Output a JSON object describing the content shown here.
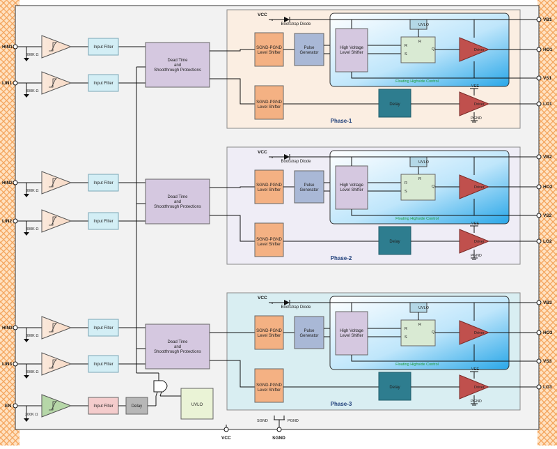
{
  "pins": {
    "hin1": "HIN1",
    "lin1": "LIN1",
    "hin2": "HIN2",
    "lin2": "LIN2",
    "hin3": "HIN3",
    "lin3": "LIN3",
    "en": "EN",
    "vb1": "VB1",
    "ho1": "HO1",
    "vs1": "VS1",
    "lo1": "LO1",
    "vb2": "VB2",
    "ho2": "HO2",
    "vs2": "VS2",
    "lo2": "LO2",
    "vb3": "VB3",
    "ho3": "HO3",
    "vs3": "VS3",
    "lo3": "LO3",
    "vcc": "VCC",
    "sgnd": "SGND",
    "sgnd_top": "SGND",
    "pgnd_top": "PGND"
  },
  "resistor": "300K Ω",
  "blocks": {
    "input_filter": "Input Filter",
    "deadtime_1": "Dead Time",
    "deadtime_2": "and",
    "deadtime_3": "Shootthrough Protections",
    "ls_hi_1": "SGND-PGND",
    "ls_hi_2": "Level Shifter",
    "pulse_1": "Pulse",
    "pulse_2": "Generator",
    "hvls_1": "High Voltage",
    "hvls_2": "Level Shifter",
    "uvlo": "UVLO",
    "latch_r": "R",
    "latch_s": "S",
    "latch_q": "Q",
    "driver": "Driver",
    "delay": "Delay",
    "floating": "Floating Highside Control",
    "bootstrap": "Bootstrap Diode",
    "vcc": "VCC",
    "vee": "VEE",
    "pgnd": "PGND",
    "uvlo_box": "UVLO"
  },
  "phases": [
    "Phase-1",
    "Phase-2",
    "Phase-3"
  ],
  "colors": {
    "phase1_bg": "#fbeee2",
    "phase2_bg": "#efedf6",
    "phase3_bg": "#d9eef2",
    "level_shifter": "#f4b183",
    "pulse_gen": "#a9b8d6",
    "hv_shifter": "#d5c8e0",
    "deadtime": "#d5c8e0",
    "input_filter": "#d3eef5",
    "en_filter": "#f4cccc",
    "delay": "#2e7d8f",
    "driver": "#c0504d",
    "latch": "#d9ead3",
    "hatch": "#f6b26b"
  }
}
